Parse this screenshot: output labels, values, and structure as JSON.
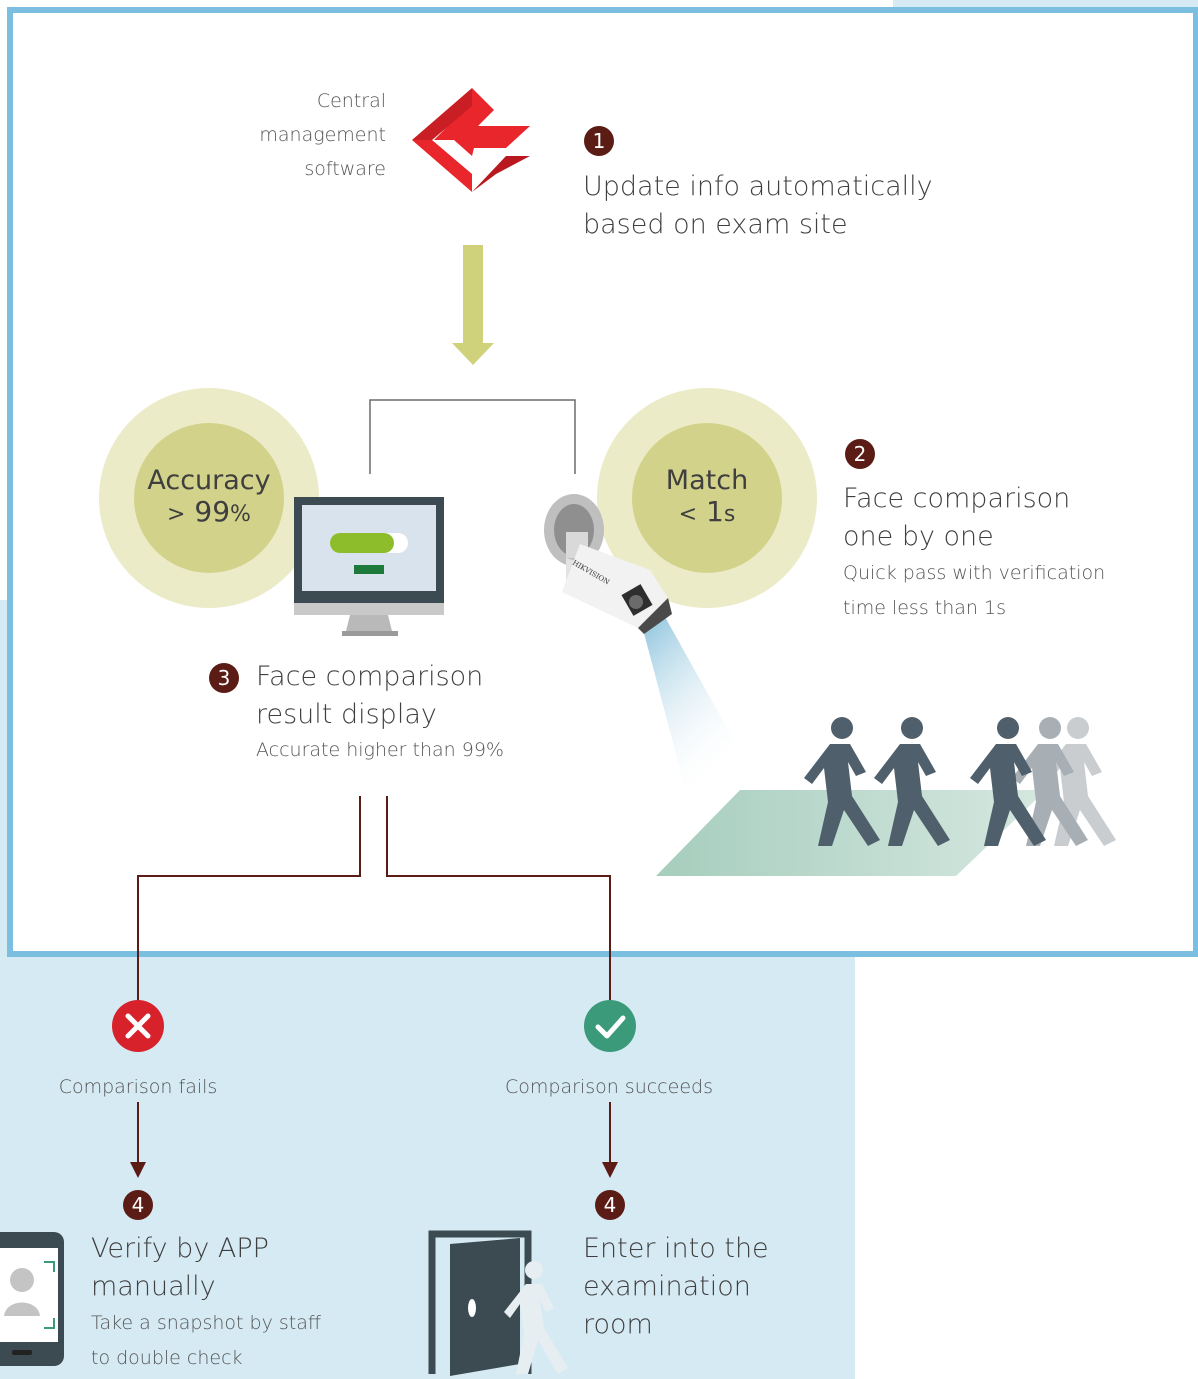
{
  "software": {
    "label_lines": [
      "Central",
      "management",
      "software"
    ]
  },
  "steps": [
    {
      "number": "1",
      "title_lines": [
        "Update info automatically",
        "based on exam site"
      ]
    },
    {
      "number": "2",
      "title_lines": [
        "Face comparison",
        "one by one"
      ],
      "desc_lines": [
        "Quick pass with verification",
        "time less than 1s"
      ]
    },
    {
      "number": "3",
      "title_lines": [
        "Face comparison",
        "result display"
      ],
      "desc_lines": [
        "Accurate higher than 99%"
      ]
    },
    {
      "number": "4",
      "title_lines": [
        "Verify by APP",
        "manually"
      ],
      "desc_lines": [
        "Take a snapshot by staff",
        "to double check"
      ]
    },
    {
      "number": "4",
      "title_lines": [
        "Enter into the",
        "examination",
        "room"
      ]
    }
  ],
  "stats": [
    {
      "label": "Accuracy",
      "operator": ">",
      "value": "99",
      "unit": "%"
    },
    {
      "label": "Match",
      "operator": "<",
      "value": "1",
      "unit": "s"
    }
  ],
  "branches": [
    {
      "label": "Comparison fails",
      "icon": "x-icon",
      "color": "#d7222b"
    },
    {
      "label": "Comparison succeeds",
      "icon": "check-icon",
      "color": "#3a9a7a"
    }
  ],
  "colors": {
    "frame": "#7bbfe0",
    "panel": "#d6eaf4",
    "badge": "#5a1c14",
    "arrow": "#cfd27a",
    "flow_line": "#5a1c14",
    "logo": "#e8262c"
  }
}
